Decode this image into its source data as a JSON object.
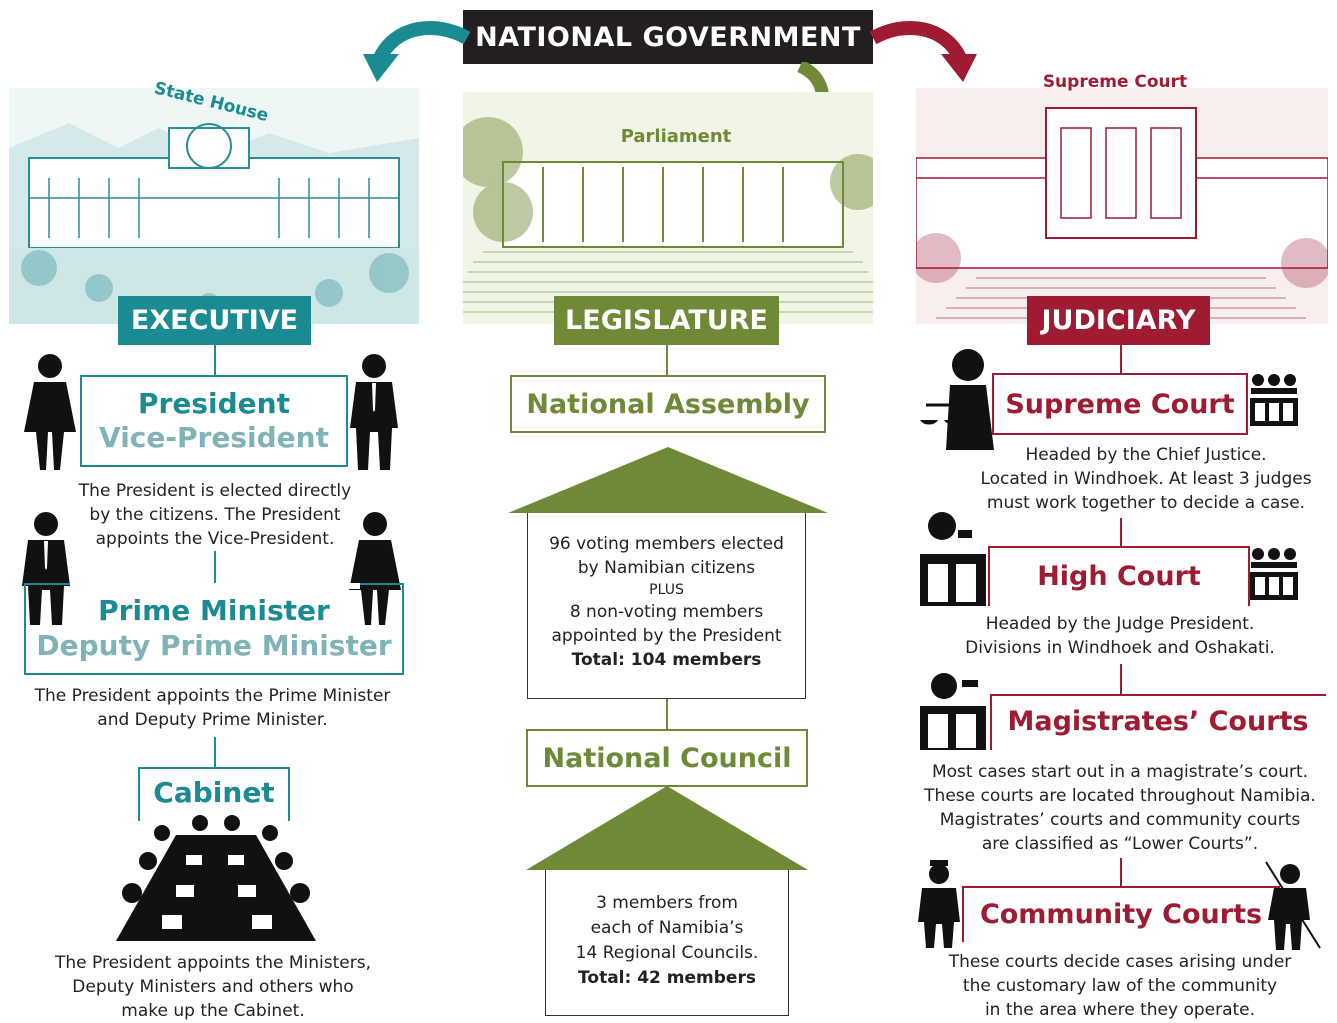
{
  "title": "NATIONAL GOVERNMENT",
  "colors": {
    "executive": "#1b8b93",
    "executive_light": "#7fb3b8",
    "legislature": "#6f8a36",
    "judiciary": "#9e1b32",
    "title_bg": "#231f20"
  },
  "executive": {
    "building": "State House",
    "banner": "EXECUTIVE",
    "president": "President",
    "vice_president": "Vice-President",
    "president_text_1": "The President is elected directly",
    "president_text_2": "by the citizens. The President",
    "president_text_3": "appoints the Vice-President.",
    "pm": "Prime Minister",
    "deputy_pm": "Deputy Prime Minister",
    "pm_text_1": "The President appoints the Prime Minister",
    "pm_text_2": "and Deputy Prime Minister.",
    "cabinet": "Cabinet",
    "cabinet_text_1": "The President appoints the Ministers,",
    "cabinet_text_2": "Deputy Ministers and others who",
    "cabinet_text_3": "make up the Cabinet."
  },
  "legislature": {
    "building": "Parliament",
    "banner": "LEGISLATURE",
    "national_assembly": "National Assembly",
    "na_text_1": "96 voting members elected",
    "na_text_2": "by Namibian citizens",
    "na_text_3": "PLUS",
    "na_text_4": "8 non-voting members",
    "na_text_5": "appointed by the President",
    "na_total": "Total: 104 members",
    "national_council": "National Council",
    "nc_text_1": "3 members from",
    "nc_text_2": "each of Namibia’s",
    "nc_text_3": "14 Regional Councils.",
    "nc_total": "Total: 42 members"
  },
  "judiciary": {
    "building": "Supreme Court",
    "banner": "JUDICIARY",
    "supreme_court": "Supreme Court",
    "sc_text_1": "Headed by the Chief Justice.",
    "sc_text_2": "Located in Windhoek. At least 3 judges",
    "sc_text_3": "must work together to decide a case.",
    "high_court": "High Court",
    "hc_text_1": "Headed by the Judge President.",
    "hc_text_2": "Divisions in Windhoek and Oshakati.",
    "magistrates": "Magistrates’ Courts",
    "mc_text_1": "Most cases start out in a magistrate’s court.",
    "mc_text_2": "These courts are located throughout Namibia.",
    "mc_text_3": "Magistrates’ courts and community courts",
    "mc_text_4": "are classified as “Lower Courts”.",
    "community": "Community Courts",
    "cc_text_1": "These courts decide cases arising under",
    "cc_text_2": "the customary law of the community",
    "cc_text_3": "in the area where they operate."
  }
}
